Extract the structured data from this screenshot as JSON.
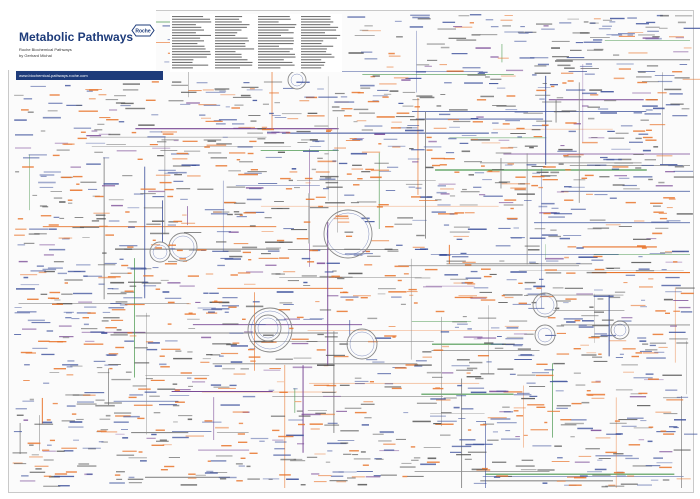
{
  "poster": {
    "title": "Metabolic Pathways",
    "subtitle_line1": "Roche Biochemical Pathways",
    "subtitle_line2": "by Gerhard Michal",
    "url": "www.biochemical-pathways.roche.com",
    "logo_text": "Roche"
  },
  "colors": {
    "title_blue": "#1d3b7a",
    "pathway_orange": "#e8742c",
    "pathway_blue": "#3b4f9a",
    "pathway_gray": "#8a8a8a",
    "accent_green": "#4e9a52",
    "accent_purple": "#7a4a96"
  }
}
